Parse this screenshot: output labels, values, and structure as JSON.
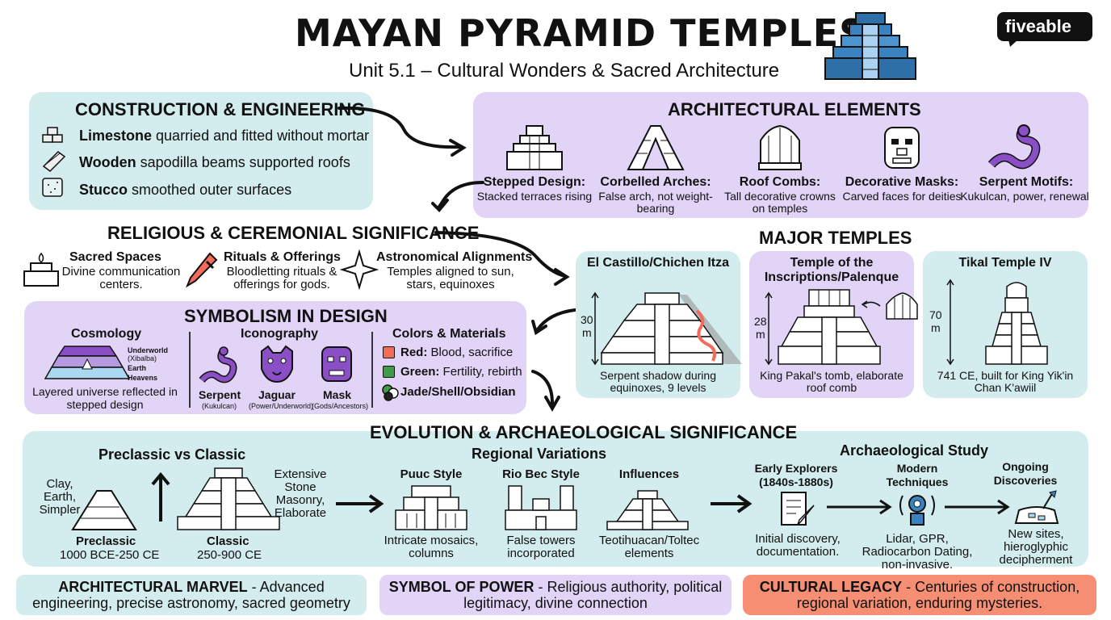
{
  "title": "MAYAN PYRAMID TEMPLES",
  "subtitle": "Unit 5.1 – Cultural Wonders & Sacred Architecture",
  "brand": "fiveable",
  "construction": {
    "heading": "CONSTRUCTION & ENGINEERING",
    "items": [
      {
        "bold": "Limestone",
        "text": " quarried and fitted without mortar",
        "icon": "stone-blocks-icon"
      },
      {
        "bold": "Wooden",
        "text": " sapodilla beams supported roofs",
        "icon": "wooden-beam-icon"
      },
      {
        "bold": "Stucco",
        "text": " smoothed outer surfaces",
        "icon": "stucco-icon"
      }
    ]
  },
  "arch": {
    "heading": "ARCHITECTURAL ELEMENTS",
    "items": [
      {
        "title": "Stepped Design:",
        "desc": "Stacked terraces rising",
        "icon": "stepped-pyramid-icon"
      },
      {
        "title": "Corbelled Arches:",
        "desc": "False arch, not weight-bearing",
        "icon": "corbelled-arch-icon"
      },
      {
        "title": "Roof Combs:",
        "desc": "Tall decorative crowns on temples",
        "icon": "roof-comb-icon"
      },
      {
        "title": "Decorative Masks:",
        "desc": "Carved faces for deities",
        "icon": "mask-icon"
      },
      {
        "title": "Serpent Motifs:",
        "desc": "Kukulcan, power, renewal",
        "icon": "serpent-icon"
      }
    ]
  },
  "religious": {
    "heading": "RELIGIOUS & CEREMONIAL SIGNIFICANCE",
    "items": [
      {
        "title": "Sacred Spaces",
        "desc": "Divine communication centers.",
        "icon": "altar-icon"
      },
      {
        "title": "Rituals & Offerings",
        "desc": "Bloodletting rituals & offerings for gods.",
        "icon": "dagger-icon"
      },
      {
        "title": "Astronomical Alignments",
        "desc": "Temples aligned to sun, stars, equinoxes",
        "icon": "star-icon"
      }
    ]
  },
  "symbolism": {
    "heading": "SYMBOLISM IN DESIGN",
    "cosmology": {
      "title": "Cosmology",
      "layers": [
        "Underworld",
        "(Xibalba)",
        "Earth",
        "Heavens"
      ],
      "caption": "Layered universe reflected in stepped design"
    },
    "iconography": {
      "title": "Iconography",
      "items": [
        {
          "name": "Serpent",
          "note": "(Kukulcan)",
          "icon": "serpent-icon"
        },
        {
          "name": "Jaguar",
          "note": "(Power/Underworld)",
          "icon": "jaguar-icon"
        },
        {
          "name": "Mask",
          "note": "(Gods/Ancestors)",
          "icon": "mask-icon"
        }
      ]
    },
    "colors": {
      "title": "Colors & Materials",
      "items": [
        {
          "bold": "Red:",
          "text": " Blood, sacrifice",
          "color": "#f26b5b"
        },
        {
          "bold": "Green:",
          "text": " Fertility, rebirth",
          "color": "#3e9c4a"
        },
        {
          "bold": "Jade/Shell/Obsidian",
          "text": "",
          "color": "#2f5f3f"
        }
      ]
    }
  },
  "major": {
    "heading": "MAJOR TEMPLES",
    "temples": [
      {
        "name": "El Castillo/Chichen Itza",
        "height": "30",
        "unit": "m",
        "desc": "Serpent shadow during equinoxes, 9 levels"
      },
      {
        "name": "Temple of the Inscriptions/Palenque",
        "height": "28",
        "unit": "m",
        "desc": "King Pakal's tomb, elaborate roof comb"
      },
      {
        "name": "Tikal Temple IV",
        "height": "70",
        "unit": "m",
        "desc": "741 CE, built for King Yik'in Chan K'awiil"
      }
    ]
  },
  "evolution": {
    "heading": "EVOLUTION & ARCHAEOLOGICAL SIGNIFICANCE",
    "pvc": {
      "title": "Preclassic vs Classic",
      "left_note": "Clay, Earth, Simpler",
      "right_note": "Extensive Stone Masonry, Elaborate",
      "pre_name": "Preclassic",
      "pre_date": "1000 BCE-250 CE",
      "cla_name": "Classic",
      "cla_date": "250-900 CE"
    },
    "regional": {
      "title": "Regional Variations",
      "items": [
        {
          "name": "Puuc Style",
          "desc": "Intricate mosaics, columns"
        },
        {
          "name": "Rio Bec Style",
          "desc": "False towers incorporated"
        },
        {
          "name": "Influences",
          "desc": "Teotihuacan/Toltec elements"
        }
      ]
    },
    "study": {
      "title": "Archaeological Study",
      "items": [
        {
          "name": "Early Explorers (1840s-1880s)",
          "desc": "Initial discovery, documentation.",
          "icon": "document-icon"
        },
        {
          "name": "Modern Techniques",
          "desc": "Lidar, GPR, Radiocarbon Dating, non-invasive.",
          "icon": "scanner-icon"
        },
        {
          "name": "Ongoing Discoveries",
          "desc": "New sites, hieroglyphic decipherment",
          "icon": "excavation-icon"
        }
      ]
    }
  },
  "footer": [
    {
      "bold": "ARCHITECTURAL MARVEL",
      "text": " - Advanced engineering, precise astronomy, sacred geometry",
      "color": "#d3eced"
    },
    {
      "bold": "SYMBOL OF POWER",
      "text": " - Religious authority, political legitimacy, divine connection",
      "color": "#e1d4f6"
    },
    {
      "bold": "CULTURAL LEGACY",
      "text": " - Centuries of construction, regional variation, enduring mysteries.",
      "color": "#f58e73"
    }
  ]
}
